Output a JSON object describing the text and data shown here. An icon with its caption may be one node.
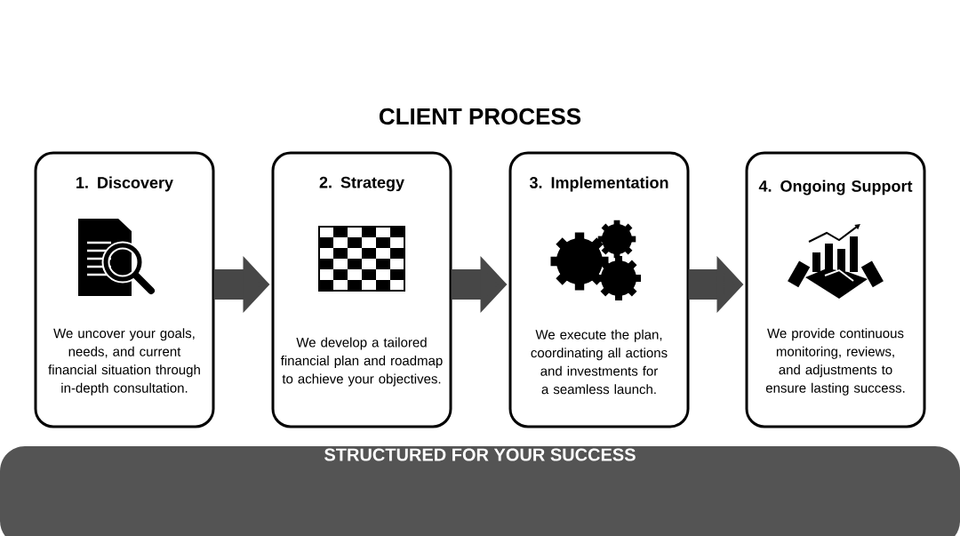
{
  "diagram": {
    "title": "CLIENT PROCESS",
    "nodes": [
      {
        "text": [
          "1. Discovery",
          "We uncover your goals, needs, and current financial situation through in-depth consultation."
        ]
      },
      {
        "text": [
          "2. Strategy",
          "We develop a tailored financial plan and roadmap to achieve your objectives."
        ]
      },
      {
        "text": [
          "3. Implementation",
          "We execute the plan, coordinating all actions and investments for a seamless launch."
        ]
      },
      {
        "text": [
          "4. Ongoing Support",
          "We provide continuous monitoring, reviews, and adjustments to ensure lasting success."
        ]
      },
      {
        "text": [
          "STRUCTURED FOR YOUR SUCCESS"
        ]
      }
    ],
    "edges": [
      {
        "from": 0,
        "to": 1,
        "arrow": "to"
      },
      {
        "from": 1,
        "to": 2,
        "arrow": "to"
      },
      {
        "from": 2,
        "to": 3,
        "arrow": "to"
      }
    ]
  }
}
